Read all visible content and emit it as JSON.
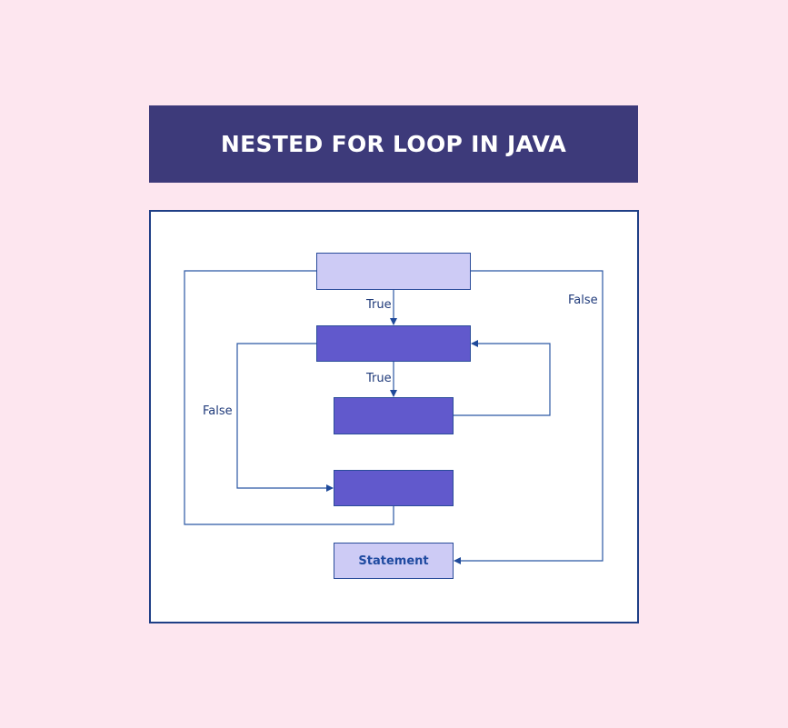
{
  "title": "NESTED FOR LOOP IN JAVA",
  "diagram": {
    "nodes": [
      {
        "id": "outer-condition",
        "label": ""
      },
      {
        "id": "inner-condition",
        "label": ""
      },
      {
        "id": "inner-body",
        "label": ""
      },
      {
        "id": "outer-update",
        "label": ""
      },
      {
        "id": "statement",
        "label": "Statement"
      }
    ],
    "edge_labels": {
      "outer_true": "True",
      "inner_true": "True",
      "outer_false": "False",
      "inner_false": "False"
    }
  }
}
